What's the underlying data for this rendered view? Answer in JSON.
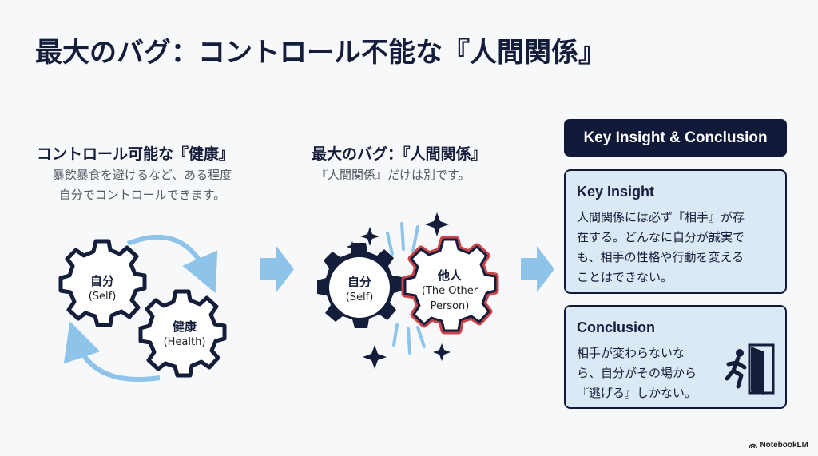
{
  "title": "最大のバグ：コントロール不能な『人間関係』",
  "left": {
    "heading": "コントロール可能な『健康』",
    "sub_line1": "暴飲暴食を避けるなど、ある程度",
    "sub_line2": "自分でコントロールできます。",
    "gear_self_jp": "自分",
    "gear_self_en": "(Self)",
    "gear_health_jp": "健康",
    "gear_health_en": "(Health)"
  },
  "middle": {
    "heading": "最大のバグ：『人間関係』",
    "sub": "『人間関係』だけは別です。",
    "gear_self_jp": "自分",
    "gear_self_en": "(Self)",
    "gear_other_jp": "他人",
    "gear_other_en1": "(The Other",
    "gear_other_en2": "Person)"
  },
  "right": {
    "header": "Key Insight & Conclusion",
    "insight_title": "Key Insight",
    "insight_lines": [
      "人間関係には必ず『相手』が存",
      "在する。どんなに自分が誠実で",
      "も、相手の性格や行動を変える",
      "ことはできない。"
    ],
    "conclusion_title": "Conclusion",
    "conclusion_lines": [
      "相手が変わらないな",
      "ら、自分がその場から",
      "『逃げる』しかない。"
    ]
  },
  "colors": {
    "navy": "#141d3a",
    "light_blue": "#8ec3ea",
    "card_bg": "#dbe9f7",
    "red_outline": "#c9444b"
  },
  "brand": "NotebookLM"
}
